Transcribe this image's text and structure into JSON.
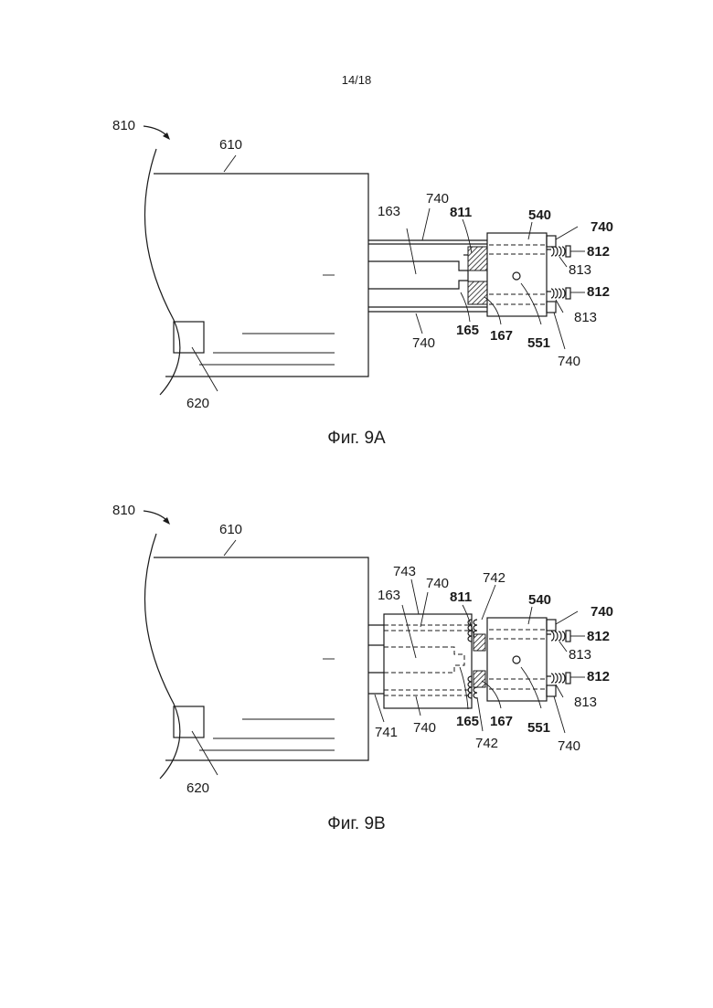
{
  "page": {
    "number": "14/18"
  },
  "figures": [
    {
      "caption": "Фиг. 9А",
      "labels": {
        "l810": "810",
        "l610": "610",
        "l163": "163",
        "l740a": "740",
        "l811": "811",
        "l540": "540",
        "l740b": "740",
        "l812a": "812",
        "l813a": "813",
        "l812b": "812",
        "l813b": "813",
        "l165": "165",
        "l167": "167",
        "l551": "551",
        "l740c": "740",
        "l740d": "740",
        "l620": "620"
      }
    },
    {
      "caption": "Фиг. 9В",
      "labels": {
        "l810": "810",
        "l610": "610",
        "l743": "743",
        "l740a": "740",
        "l742a": "742",
        "l163": "163",
        "l811": "811",
        "l540": "540",
        "l740b": "740",
        "l812a": "812",
        "l813a": "813",
        "l812b": "812",
        "l813b": "813",
        "l741": "741",
        "l740c": "740",
        "l165": "165",
        "l167": "167",
        "l742b": "742",
        "l551": "551",
        "l740d": "740",
        "l620": "620"
      }
    }
  ]
}
